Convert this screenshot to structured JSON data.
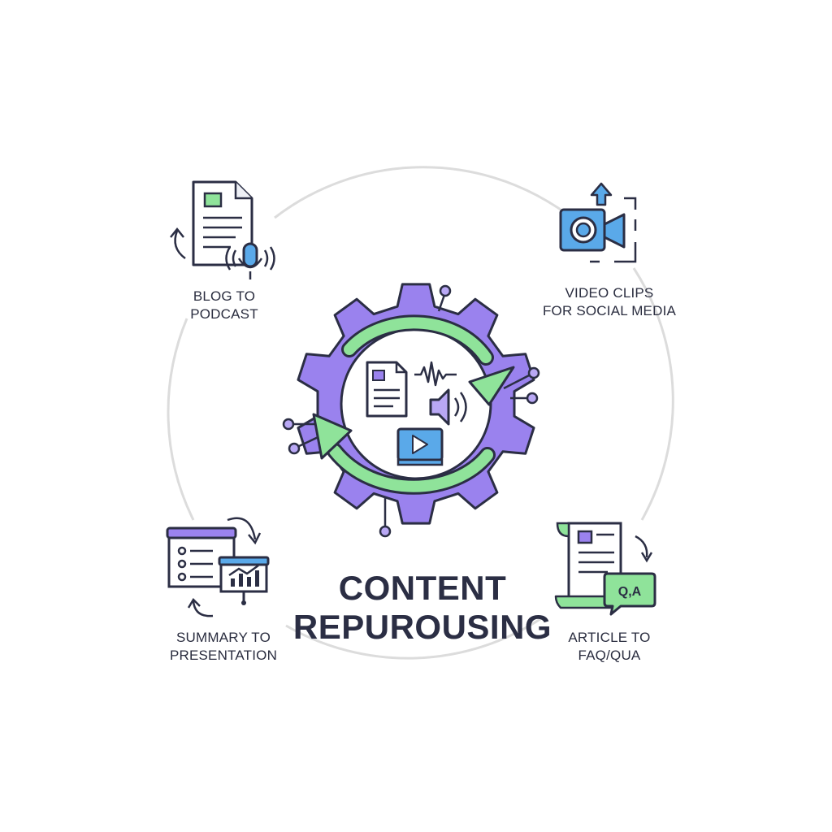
{
  "title": {
    "line1": "CONTENT",
    "line2": "REPUROUSING"
  },
  "nodes": [
    {
      "id": "blog-to-podcast",
      "line1": "BLOG TO",
      "line2": "PODCAST"
    },
    {
      "id": "video-clips",
      "line1": "VIDEO CLIPS",
      "line2": "FOR SOCIAL MEDIA"
    },
    {
      "id": "summary-to-presentation",
      "line1": "SUMMARY TO",
      "line2": "PRESENTATION"
    },
    {
      "id": "article-to-faq",
      "line1": "ARTICLE TO",
      "line2": "FAQ/QUA"
    }
  ],
  "qa_badge": "Q,A",
  "icons": {
    "center": "gear-icon",
    "cycle": "cycle-arrows-icon",
    "blog": "document-icon",
    "podcast": "microphone-icon",
    "video": "camera-icon",
    "presentation": "presentation-board-icon",
    "faq": "qa-bubble-icon"
  },
  "colors": {
    "ink": "#2b2e44",
    "purple": "#9a82ee",
    "purple_light": "#b9a8f5",
    "green": "#8fe39a",
    "blue": "#5aa9e9",
    "ring": "#dcdcdc"
  }
}
